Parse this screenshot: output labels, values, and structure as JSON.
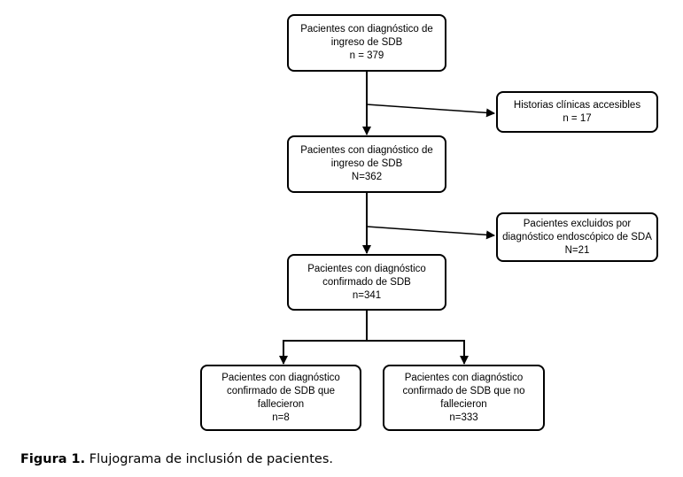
{
  "boxes": {
    "start": {
      "line1": "Pacientes con diagnóstico de",
      "line2": "ingreso de SDB",
      "line3": "n = 379"
    },
    "excluded_records": {
      "line1": "Historias clínicas accesibles",
      "line2": "n = 17"
    },
    "after_records": {
      "line1": "Pacientes con diagnóstico de",
      "line2": "ingreso de SDB",
      "line3": "N=362"
    },
    "excluded_endoscopy": {
      "line1": "Pacientes excluidos por",
      "line2": "diagnóstico endoscópico de SDA",
      "line3": "N=21"
    },
    "confirmed": {
      "line1": "Pacientes con diagnóstico",
      "line2": "confirmado de SDB",
      "line3": "n=341"
    },
    "deceased": {
      "line1": "Pacientes con diagnóstico",
      "line2": "confirmado de SDB que",
      "line3": "fallecieron",
      "line4": "n=8"
    },
    "survived": {
      "line1": "Pacientes con diagnóstico",
      "line2": "confirmado de SDB que no",
      "line3": "fallecieron",
      "line4": "n=333"
    }
  },
  "caption": {
    "label": "Figura 1.",
    "text": "Flujograma de inclusión de pacientes."
  }
}
